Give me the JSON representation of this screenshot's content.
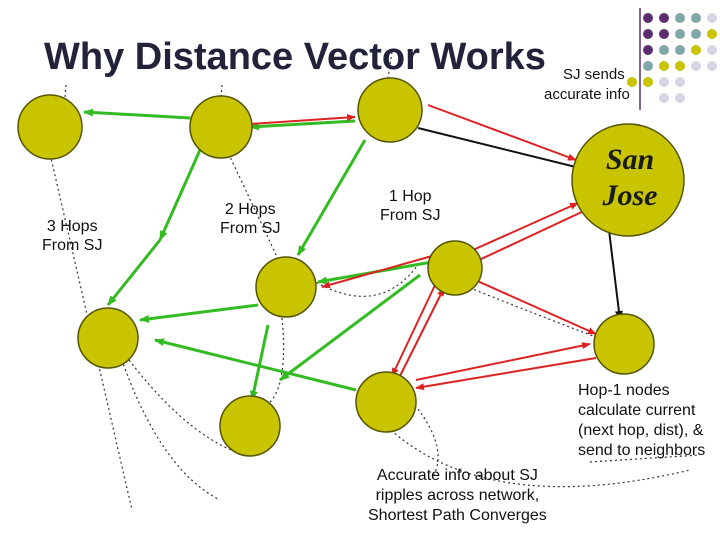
{
  "title": "Why Distance Vector Works",
  "subtitle_line1": "SJ sends",
  "subtitle_line2": "accurate info",
  "node_label_3hops_line1": "3 Hops",
  "node_label_3hops_line2": "From SJ",
  "node_label_2hops_line1": "2 Hops",
  "node_label_2hops_line2": "From SJ",
  "node_label_1hop_line1": "1 Hop",
  "node_label_1hop_line2": "From SJ",
  "san_jose_line1": "San",
  "san_jose_line2": "Jose",
  "hop1_note": [
    "Hop-1 nodes",
    "calculate current",
    "(next hop, dist), &",
    "send to neighbors"
  ],
  "ripple_note": [
    "Accurate info about SJ",
    "ripples across network,",
    "Shortest Path Converges"
  ],
  "colors": {
    "node_fill": "#c8c400",
    "node_stroke": "#555500",
    "green_arrow": "#33bb22",
    "red_arrow": "#dd2222",
    "black_arrow": "#111111",
    "deco_purple": "#5b2e6e",
    "deco_teal": "#7fa8a8",
    "deco_olive": "#c8c400",
    "deco_lavender": "#d6d6e6"
  }
}
